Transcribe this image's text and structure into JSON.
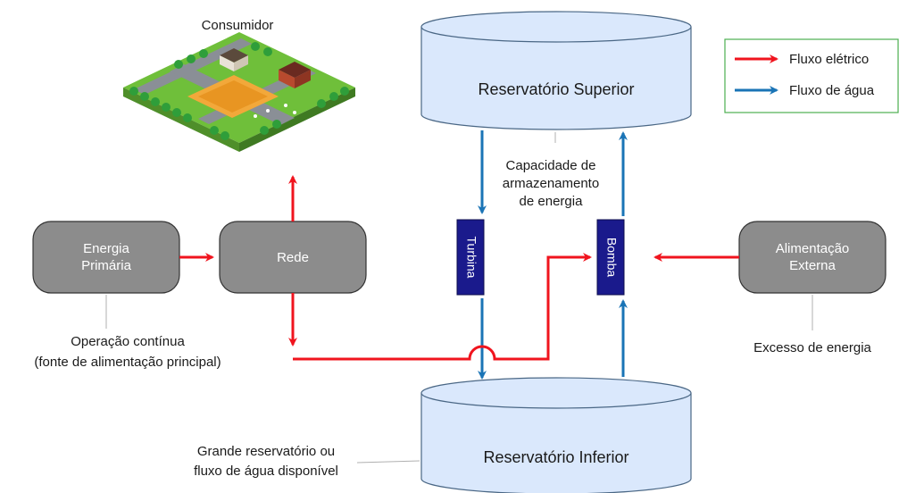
{
  "consumer": {
    "label": "Consumidor"
  },
  "reservoirs": {
    "upper": "Reservatório Superior",
    "lower": "Reservatório Inferior"
  },
  "nodes": {
    "primary_line1": "Energia",
    "primary_line2": "Primária",
    "grid": "Rede",
    "external_line1": "Alimentação",
    "external_line2": "Externa",
    "turbine": "Turbina",
    "pump": "Bomba"
  },
  "annotations": {
    "storage_line1": "Capacidade de",
    "storage_line2": "armazenamento",
    "storage_line3": "de energia",
    "continuous_line1": "Operação contínua",
    "continuous_line2": "(fonte de alimentação principal)",
    "excess": "Excesso de energia",
    "lower_note_line1": "Grande reservatório ou",
    "lower_note_line2": "fluxo de água disponível"
  },
  "legend": {
    "electric": "Fluxo elétrico",
    "water": "Fluxo de água"
  },
  "colors": {
    "electric": "#f0141e",
    "water": "#1a74b6",
    "reservoir_fill": "#dae8fc",
    "reservoir_stroke": "#4a6785",
    "node_fill": "#8c8c8c",
    "machine_fill": "#1a1a8c",
    "legend_border": "#4caf50"
  }
}
